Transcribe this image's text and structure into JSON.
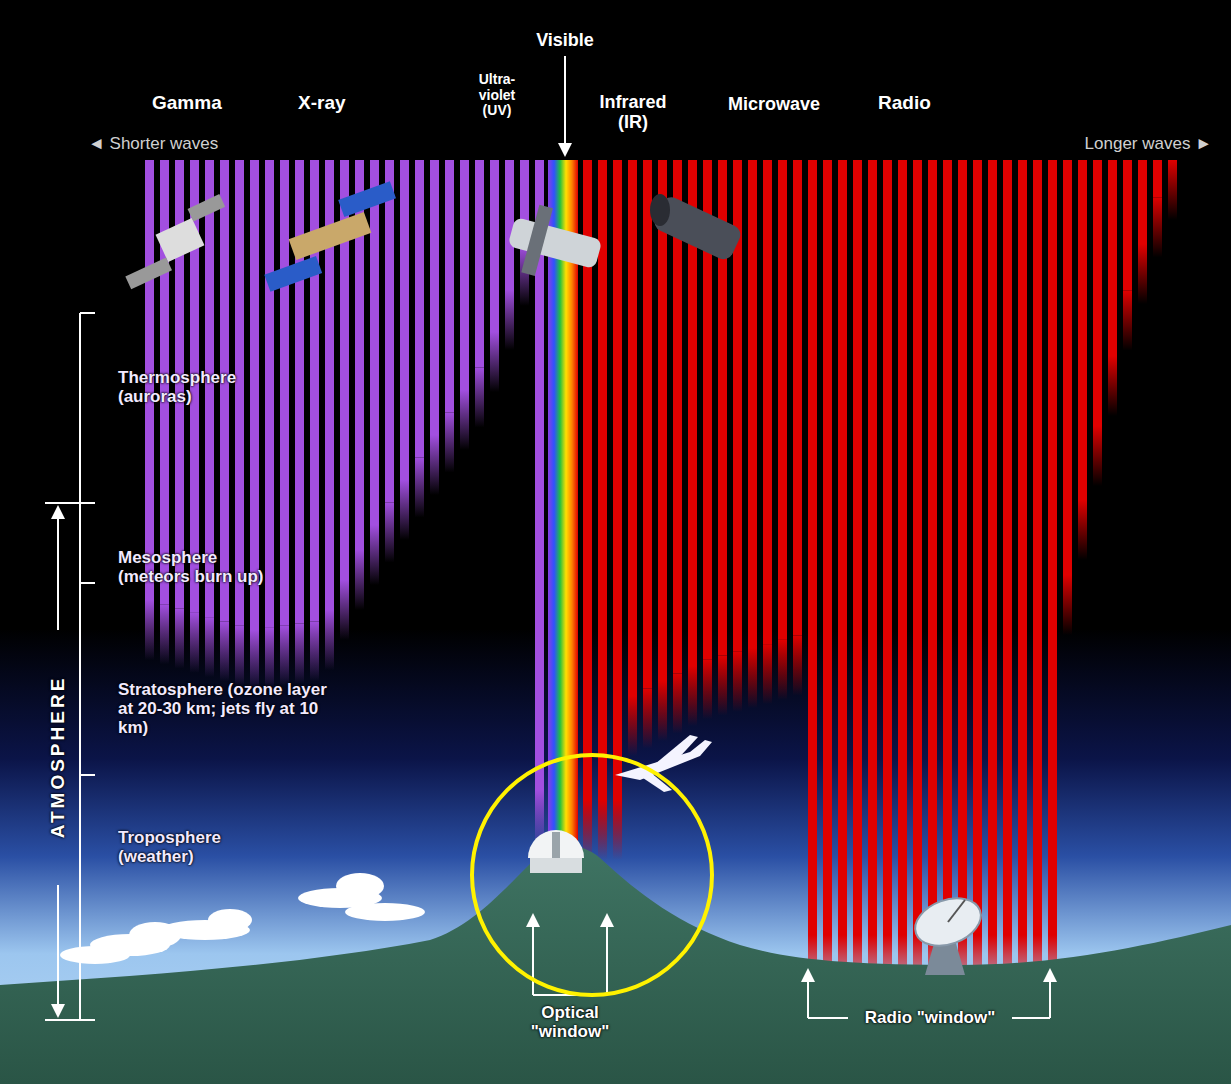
{
  "diagram": {
    "labels": [
      "Visible",
      "Gamma",
      "X-ray",
      "Ultra- violet (UV)",
      "Infrared (IR)",
      "Microwave",
      "Radio",
      "◄ Shorter waves",
      "Longer waves ►",
      "Thermosphere (auroras)",
      "Mesosphere (meteors burn up)",
      "Stratosphere (ozone layer at 20-30 km; jets fly at 10 km)",
      "Troposphere (weather)",
      "ATMOSPHERE",
      "Optical \"window\"",
      "Radio \"window\""
    ]
  }
}
